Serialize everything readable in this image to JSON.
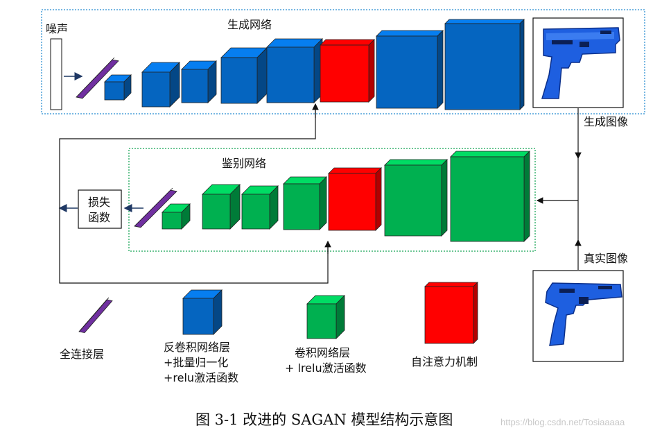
{
  "labels": {
    "noise": "噪声",
    "generator_net": "生成网络",
    "generated_image": "生成图像",
    "discriminator_net": "鉴别网络",
    "real_image": "真实图像",
    "loss_line1": "损失",
    "loss_line2": "函数"
  },
  "legend": {
    "fc": "全连接层",
    "deconv_line1": "反卷积网络层",
    "deconv_line2": "+批量归一化",
    "deconv_line3": "+relu激活函数",
    "conv_line1": "卷积网络层",
    "conv_line2": "+ lrelu激活函数",
    "attention": "自注意力机制"
  },
  "caption": "图 3-1  改进的 SAGAN 模型结构示意图",
  "watermark": "https://blog.csdn.net/Tosiaaaaa",
  "colors": {
    "blue": "#0565c0",
    "green": "#00b050",
    "red": "#ff0000",
    "purple": "#7030a0",
    "gen_border": "#4a9fd8",
    "disc_border": "#3cb371",
    "arrow": "#1f3864"
  }
}
